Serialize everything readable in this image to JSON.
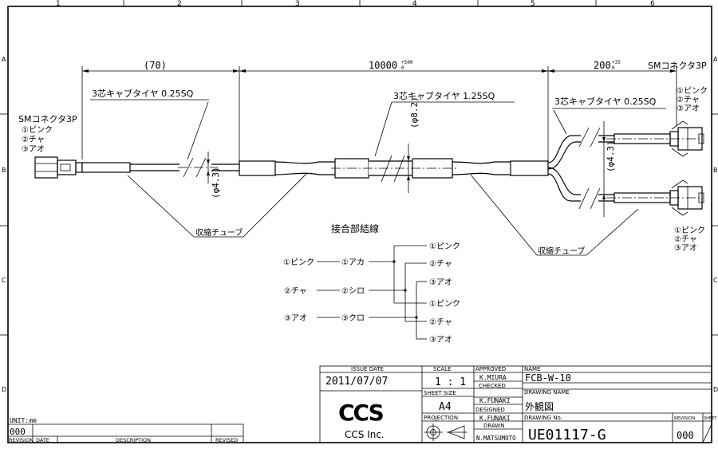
{
  "border": {
    "columns": [
      "1",
      "2",
      "3",
      "4",
      "5",
      "6"
    ],
    "rows": [
      "A",
      "B",
      "C",
      "D"
    ]
  },
  "dimensions": {
    "left_length": "(70)",
    "main_length": "10000",
    "main_tol_upper": "+500",
    "main_tol_lower": "0",
    "right_length": "200",
    "right_tol_upper": "+35",
    "right_tol_lower": "0",
    "dia_left": "(φ4.3)",
    "dia_center": "(φ8.2)",
    "dia_right": "(φ4.3)"
  },
  "labels": {
    "cable_left": "3芯キャブタイヤ 0.25SQ",
    "cable_center": "3芯キャブタイヤ 1.25SQ",
    "cable_right": "3芯キャブタイヤ 0.25SQ",
    "shrink_left": "収縮チューブ",
    "shrink_right": "収縮チューブ",
    "connector_left": "SMコネクタ3P",
    "connector_right": "SMコネクタ3P",
    "pins": [
      "①ピンク",
      "②チャ",
      "③アオ"
    ],
    "wiring_title": "接合部結線"
  },
  "wiring": {
    "left_colors": [
      "①ピンク",
      "②チャ",
      "③アオ"
    ],
    "mid_colors": [
      "①アカ",
      "②シロ",
      "③クロ"
    ],
    "right_colors": [
      "①ピンク",
      "②チャ",
      "③アオ",
      "①ピンク",
      "②チャ",
      "③アオ"
    ]
  },
  "title_block": {
    "issue_date_label": "ISSUE DATE",
    "issue_date": "2011/07/07",
    "scale_label": "SCALE",
    "scale": "1 : 1",
    "sheet_size_label": "SHEET SIZE",
    "sheet_size": "A4",
    "projection_label": "PROJECTION",
    "approved_label": "APPROVED",
    "approved": "K.MIURA",
    "checked_label": "CHECKED",
    "checked": "K.FUNAKI",
    "designed_label": "DESIGNED",
    "designed": "K.FUNAKI",
    "drawn_label": "DRAWN",
    "drawn": "N.MATSUMOTO",
    "name_label": "NAME",
    "name": "FCB-W-10",
    "drawing_name_label": "DRAWING NAME",
    "drawing_name": "外観図",
    "drawing_no_label": "DRAWING No.",
    "drawing_no": "UE01117-G",
    "revision_label": "REVISION",
    "sheet_label": "SHEET",
    "revision": "000",
    "company": "CCS Inc.",
    "logo": "CCS"
  },
  "revision_block": {
    "unit": "UNIT:mm",
    "revision": "000",
    "col_revision": "REVISION",
    "col_date": "DATE",
    "col_description": "DESCRIPTION",
    "col_revised": "REVISED"
  }
}
